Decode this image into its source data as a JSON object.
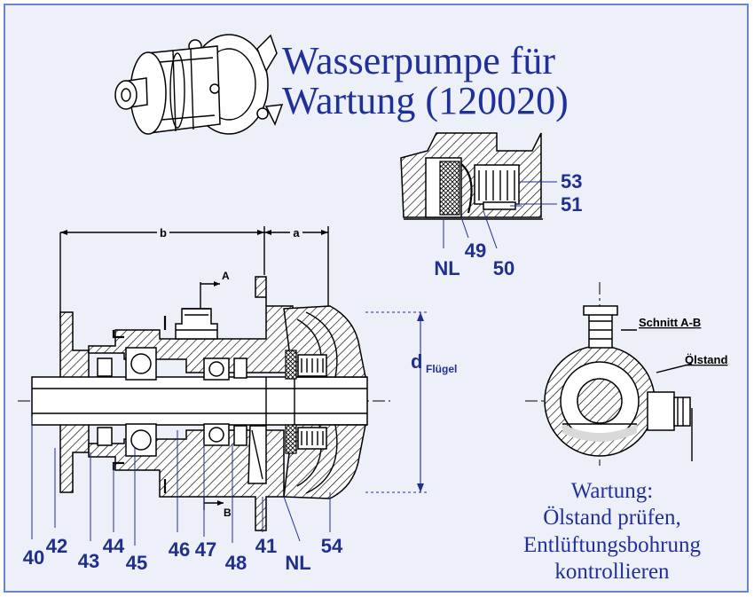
{
  "title": {
    "line1": "Wasserpumpe für",
    "line2": "Wartung (120020)"
  },
  "colors": {
    "frame": "#6e84c4",
    "background": "#eef0f9",
    "text_accent": "#20309a"
  },
  "main_section": {
    "dim_a": "a",
    "dim_b": "b",
    "section_A": "A",
    "section_B": "B",
    "d_label": "d",
    "d_sub": "Flügel",
    "callouts_bottom": [
      "40",
      "42",
      "43",
      "44",
      "45",
      "46",
      "47",
      "48",
      "41",
      "NL",
      "54"
    ]
  },
  "detail": {
    "callouts": [
      "53",
      "51",
      "49",
      "50",
      "NL"
    ]
  },
  "section_view": {
    "label": "Schnitt A-B",
    "oil_label": "Ölstand"
  },
  "maintenance": {
    "line1": "Wartung:",
    "line2": "Ölstand prüfen,",
    "line3": "Entlüftungsbohrung",
    "line4": "kontrollieren"
  }
}
